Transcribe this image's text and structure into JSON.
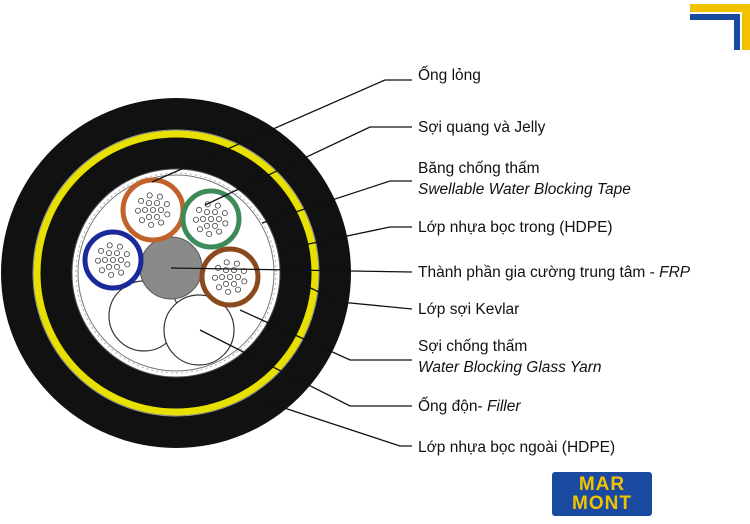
{
  "labels": [
    {
      "id": "loose-tube",
      "lines": [
        {
          "text": "Ống lỏng",
          "italic": false
        }
      ]
    },
    {
      "id": "fiber-jelly",
      "lines": [
        {
          "text": "Sợi quang và Jelly",
          "italic": false
        }
      ]
    },
    {
      "id": "water-blocking-tape",
      "lines": [
        {
          "text": "Băng chống thấm",
          "italic": false
        },
        {
          "text": "Swellable Water Blocking Tape",
          "italic": true
        }
      ]
    },
    {
      "id": "inner-sheath",
      "lines": [
        {
          "text": "Lớp nhựa bọc trong (HDPE)",
          "italic": false
        }
      ]
    },
    {
      "id": "central-strength",
      "lines": [
        {
          "text": "Thành phần gia cường trung tâm - ",
          "italic": false,
          "suffix": "FRP"
        }
      ]
    },
    {
      "id": "kevlar-layer",
      "lines": [
        {
          "text": "Lớp sợi Kevlar",
          "italic": false
        }
      ]
    },
    {
      "id": "water-blocking-yarn",
      "lines": [
        {
          "text": "Sợi chống thấm",
          "italic": false
        },
        {
          "text": "Water Blocking Glass Yarn",
          "italic": true
        }
      ]
    },
    {
      "id": "filler",
      "lines": [
        {
          "text": "Ống độn- ",
          "italic": false,
          "suffix": "Filler"
        }
      ]
    },
    {
      "id": "outer-sheath",
      "lines": [
        {
          "text": "Lớp nhựa bọc ngoài (HDPE)",
          "italic": false
        }
      ]
    }
  ],
  "logo": {
    "line1": "MAR",
    "line2": "MONT"
  },
  "colors": {
    "jacket": "#111111",
    "kevlar": "#e8e000",
    "tube_orange": "#c0622a",
    "tube_green": "#3f8a5a",
    "tube_blue": "#1b2a9a",
    "tube_brown": "#8a4a1e",
    "frp": "#8a8a8a",
    "corner_blue": "#1a4aa0",
    "corner_yellow": "#f2c200"
  }
}
